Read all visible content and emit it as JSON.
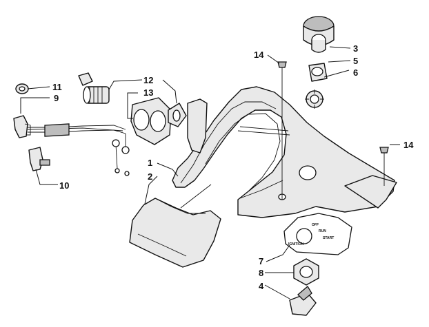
{
  "diagram": {
    "callouts": {
      "c1": "1",
      "c2": "2",
      "c3": "3",
      "c4": "4",
      "c5": "5",
      "c6": "6",
      "c7": "7",
      "c8": "8",
      "c9": "9",
      "c10": "10",
      "c11": "11",
      "c12": "12",
      "c13": "13",
      "c14_left": "14",
      "c14_right": "14"
    },
    "switch_labels": {
      "off": "OFF",
      "run": "RUN",
      "start": "START",
      "ignition": "IGNITION"
    }
  }
}
